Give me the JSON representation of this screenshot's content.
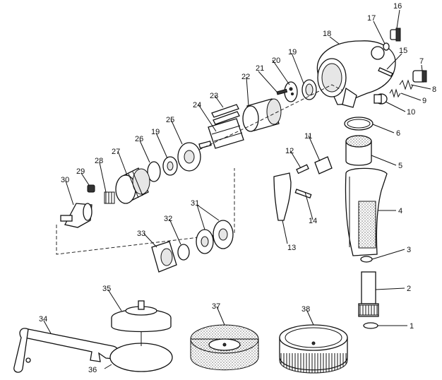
{
  "part_numbers": [
    "1",
    "2",
    "3",
    "4",
    "5",
    "6",
    "7",
    "8",
    "9",
    "10",
    "11",
    "12",
    "13",
    "14",
    "15",
    "16",
    "17",
    "18",
    "19",
    "20",
    "21",
    "22",
    "23",
    "24",
    "25",
    "19",
    "26",
    "27",
    "28",
    "29",
    "30",
    "31",
    "32",
    "33",
    "34",
    "35",
    "36",
    "37",
    "38"
  ]
}
